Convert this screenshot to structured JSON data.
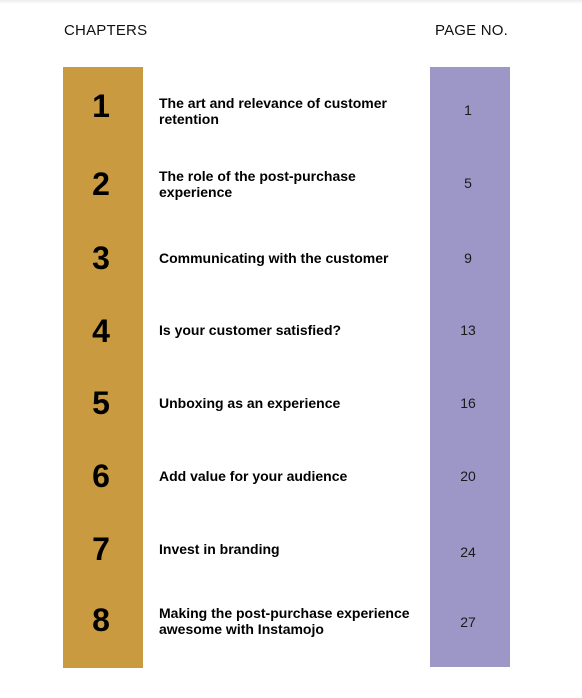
{
  "header": {
    "chapters_label": "CHAPTERS",
    "page_label": "PAGE NO."
  },
  "colors": {
    "chapter_column": "#C99A3F",
    "page_column": "#9C97C6"
  },
  "chapters": [
    {
      "number": "1",
      "title": "The art and relevance of customer retention",
      "page": "1"
    },
    {
      "number": "2",
      "title": "The role of the post-purchase experience",
      "page": "5"
    },
    {
      "number": "3",
      "title": "Communicating with the customer",
      "page": "9"
    },
    {
      "number": "4",
      "title": "Is your customer satisfied?",
      "page": "13"
    },
    {
      "number": "5",
      "title": "Unboxing as an experience",
      "page": "16"
    },
    {
      "number": "6",
      "title": "Add value for your audience",
      "page": "20"
    },
    {
      "number": "7",
      "title": "Invest in branding",
      "page": "24"
    },
    {
      "number": "8",
      "title": "Making the post-purchase experience awesome with Instamojo",
      "page": "27"
    }
  ]
}
